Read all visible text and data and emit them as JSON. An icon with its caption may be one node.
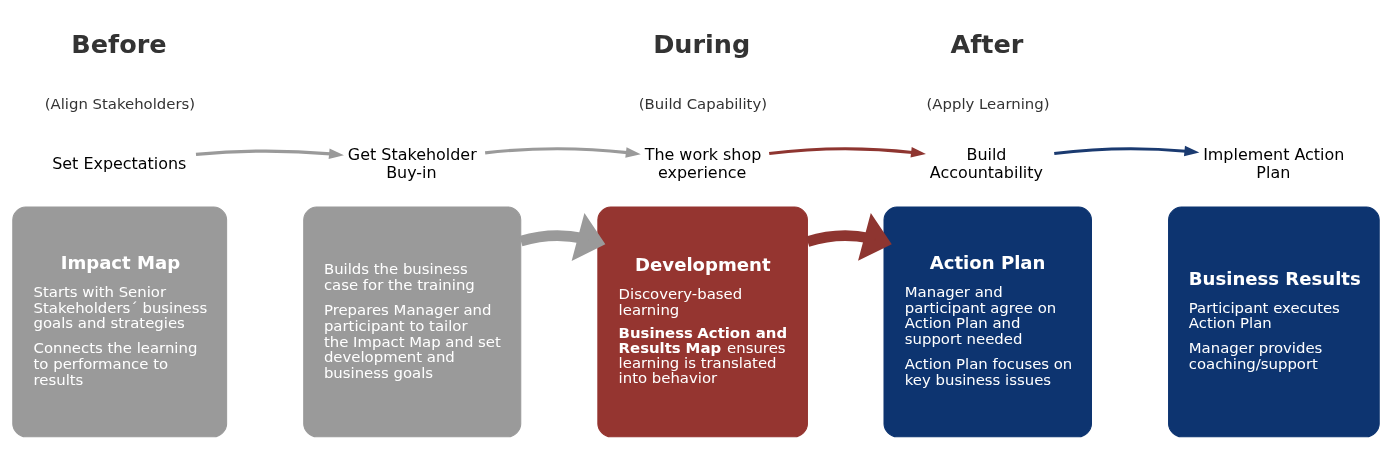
{
  "diagram": {
    "nodes": [
      {
        "text": [
          "Set Expectations"
        ]
      },
      {
        "text": [
          "Get Stakeholder Buy-in"
        ]
      },
      {
        "text": [
          "The work shop experience"
        ]
      },
      {
        "text": [
          "Build Accountability"
        ]
      },
      {
        "text": [
          "Implement Action Plan"
        ]
      },
      {
        "text": [
          "Impact Map",
          "Starts with Senior Stakeholders´ business goals and strategies",
          "Connects the learning to performance to results"
        ]
      },
      {
        "text": [
          "Builds the business case for the training",
          "Prepares Manager and participant to tailor the Impact Map and set development and business goals"
        ]
      },
      {
        "text": [
          "Development",
          "Discovery-based learning",
          "**Business Action and Results Map** ensures learning is translated into behavior"
        ]
      },
      {
        "text": [
          "Action Plan",
          "Manager and participant agree on Action Plan and support needed",
          "Action Plan focuses on key business issues"
        ]
      },
      {
        "text": [
          "Business Results",
          "Participant executes Action Plan",
          "Manager provides coaching/support"
        ]
      }
    ],
    "edges": [
      {
        "from": 0,
        "to": 1,
        "arrow": "to"
      },
      {
        "from": 1,
        "to": 2,
        "arrow": "to"
      },
      {
        "from": 2,
        "to": 3,
        "arrow": "to",
        "color": "#8e3530"
      },
      {
        "from": 3,
        "to": 4,
        "arrow": "to",
        "color": "#1a3a70"
      },
      {
        "from": 6,
        "to": 7,
        "arrow": "to",
        "style": "thick"
      },
      {
        "from": 7,
        "to": 8,
        "arrow": "to",
        "style": "thick",
        "color": "#8e3530"
      }
    ],
    "labels": [
      "Before",
      "(Align Stakeholders)",
      "During",
      "(Build Capability)",
      "After",
      "(Apply Learning)"
    ]
  }
}
